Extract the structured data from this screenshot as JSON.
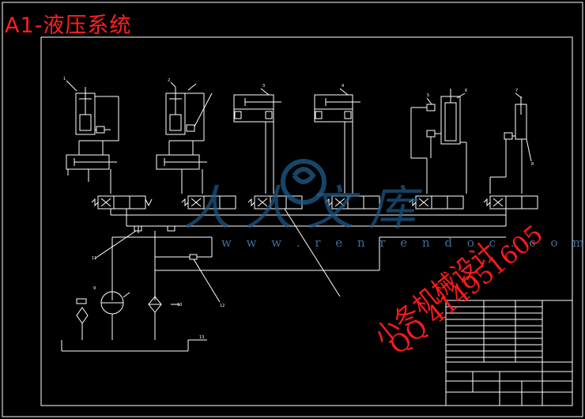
{
  "drawing": {
    "title": "A1-液压系统",
    "part_numbers": [
      "1",
      "2",
      "3",
      "4",
      "5",
      "6",
      "7",
      "8",
      "9",
      "10",
      "11",
      "12",
      "13"
    ]
  },
  "watermark": {
    "brand": "人人文库",
    "url": "w w w . r e n r e n d o c . c o m"
  },
  "advert": {
    "line1": "小冬机械设计",
    "line2": "QQ 414951605"
  },
  "colors": {
    "background": "#000000",
    "lines": "#ffffff",
    "title": "#ff2020",
    "watermark": "#1e5c8c",
    "advert": "#ff1a1a"
  }
}
